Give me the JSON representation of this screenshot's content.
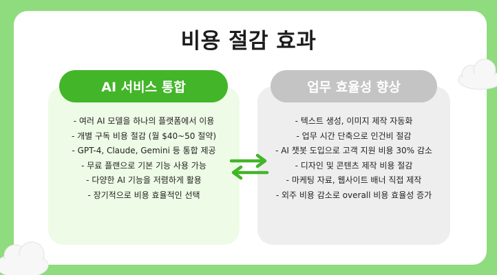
{
  "title": "비용 절감 효과",
  "left_panel": {
    "header": "AI 서비스 통합",
    "items": [
      "- 여러 AI 모델을 하나의 플랫폼에서 이용",
      "- 개별 구독 비용 절감 (월 $40~50 절약)",
      "- GPT-4, Claude, Gemini 등 통합 제공",
      "- 무료 플랜으로 기본 기능 사용 가능",
      "- 다양한 AI 기능을 저렴하게 활용",
      "- 장기적으로 비용 효율적인 선택"
    ]
  },
  "right_panel": {
    "header": "업무 효율성 향상",
    "items": [
      "- 텍스트 생성, 이미지 제작 자동화",
      "- 업무 시간 단축으로 인건비 절감",
      "- AI 챗봇 도입으로 고객 지원 비용 30% 감소",
      "- 디자인 및 콘텐츠 제작 비용 절감",
      "- 마케팅 자료, 웹사이트 배너 직접 제작",
      "- 외주 비용 감소로 overall 비용 효율성 증가"
    ]
  },
  "icons": {
    "arrows": "exchange-arrows-icon",
    "cloud": "cloud-icon"
  },
  "colors": {
    "background": "#8fdc7e",
    "accent_green": "#43b529",
    "left_panel_bg": "#eefbe6",
    "right_panel_bg": "#eeeeee",
    "right_pill": "#c4c4c4"
  }
}
